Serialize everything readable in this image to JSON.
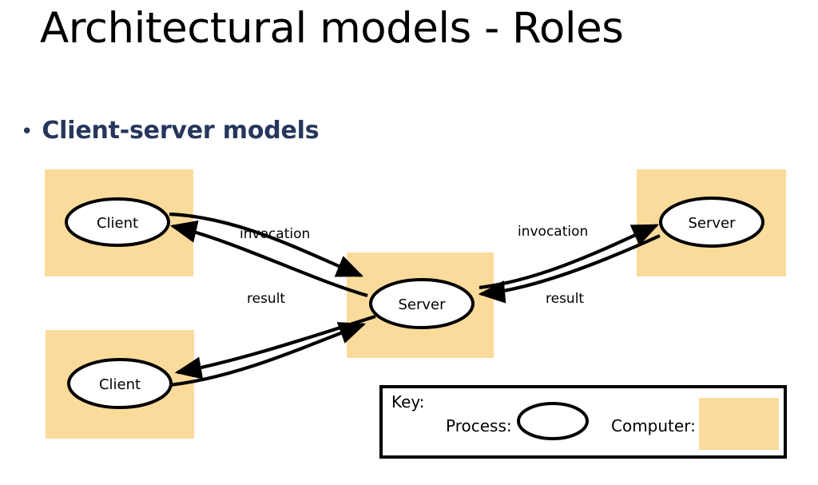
{
  "slide": {
    "title": "Architectural models - Roles",
    "bullet": {
      "marker": "•",
      "text": "Client-server models"
    }
  },
  "colors": {
    "computer_fill": "#FBDB9B",
    "process_fill": "#FFFFFF",
    "stroke": "#000000",
    "title_color": "#000000",
    "bullet_color": "#27365C"
  },
  "diagram": {
    "type": "client-server",
    "nodes": [
      {
        "id": "client-top",
        "label": "Client",
        "shape": "ellipse",
        "container": "computer"
      },
      {
        "id": "server-center",
        "label": "Server",
        "shape": "ellipse",
        "container": "computer"
      },
      {
        "id": "server-right",
        "label": "Server",
        "shape": "ellipse",
        "container": "computer"
      },
      {
        "id": "client-bottom",
        "label": "Client",
        "shape": "ellipse",
        "container": "computer"
      }
    ],
    "edges": [
      {
        "id": "edge-1",
        "from": "client-top",
        "to": "server-center",
        "label": "invocation"
      },
      {
        "id": "edge-2",
        "from": "server-center",
        "to": "client-top",
        "label": "result"
      },
      {
        "id": "edge-3",
        "from": "server-center",
        "to": "server-right",
        "label": "invocation"
      },
      {
        "id": "edge-4",
        "from": "server-right",
        "to": "server-center",
        "label": "result"
      },
      {
        "id": "edge-5",
        "from": "client-bottom",
        "to": "server-center",
        "label": ""
      },
      {
        "id": "edge-6",
        "from": "server-center",
        "to": "client-bottom",
        "label": ""
      }
    ],
    "labels": {
      "invocation_left": "invocation",
      "result_left": "result",
      "invocation_right": "invocation",
      "result_right": "result",
      "client_top": "Client",
      "server_center": "Server",
      "server_right": "Server",
      "client_bottom": "Client"
    },
    "key": {
      "title": "Key:",
      "process_label": "Process:",
      "computer_label": "Computer:"
    }
  }
}
